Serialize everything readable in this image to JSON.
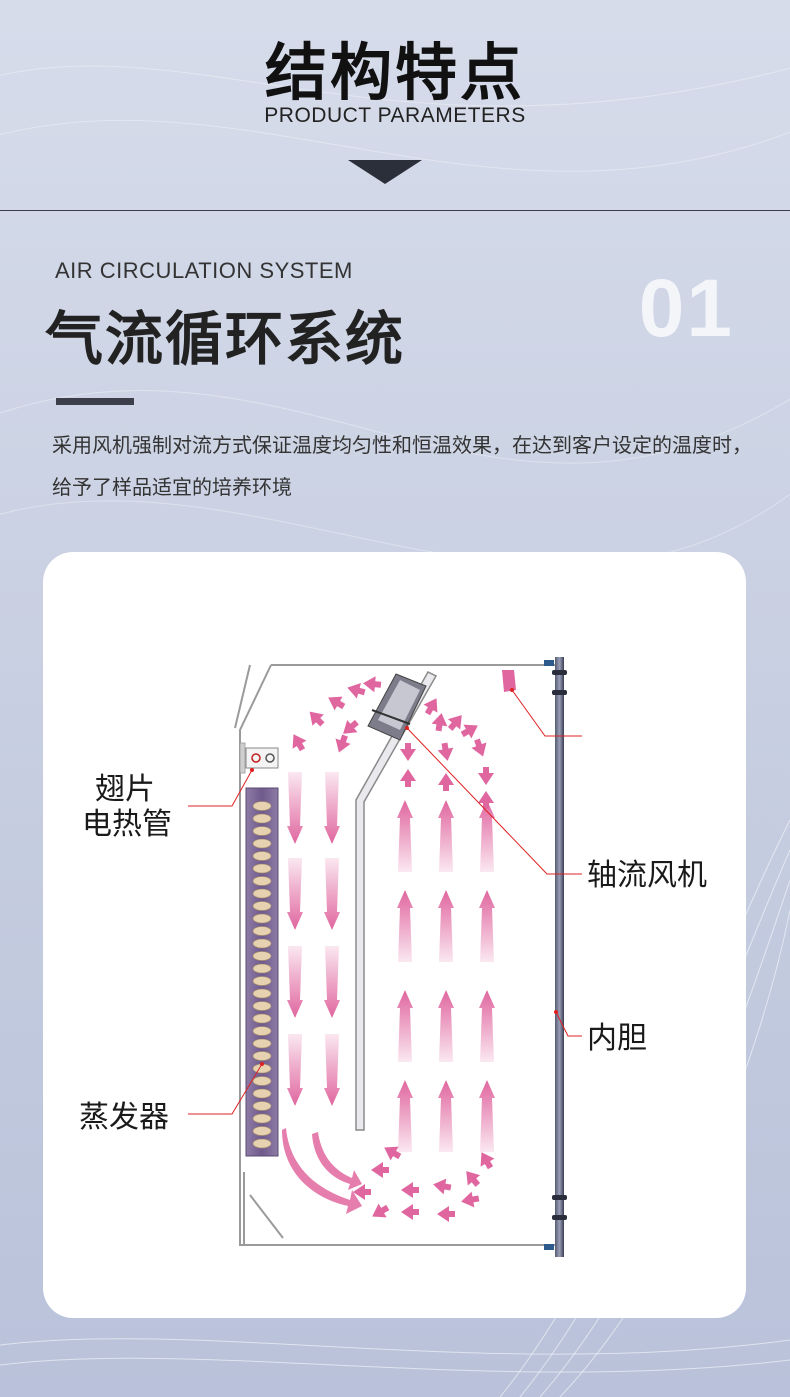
{
  "header": {
    "title": "结构特点",
    "subtitle": "PRODUCT PARAMETERS"
  },
  "section": {
    "english_title": "AIR CIRCULATION SYSTEM",
    "number": "01",
    "title": "气流循环系统",
    "description": "采用风机强制对流方式保证温度均匀性和恒温效果，在达到客户设定的温度时，给予了样品适宜的培养环境"
  },
  "diagram": {
    "labels": {
      "heater_line1": "翅片",
      "heater_line2": "电热管",
      "fan": "轴流风机",
      "liner": "内胆",
      "evaporator": "蒸发器"
    }
  },
  "colors": {
    "arrow_pink": "#e0669f",
    "leader_red": "#e02020",
    "evaporator_purple": "#7d6a96"
  }
}
